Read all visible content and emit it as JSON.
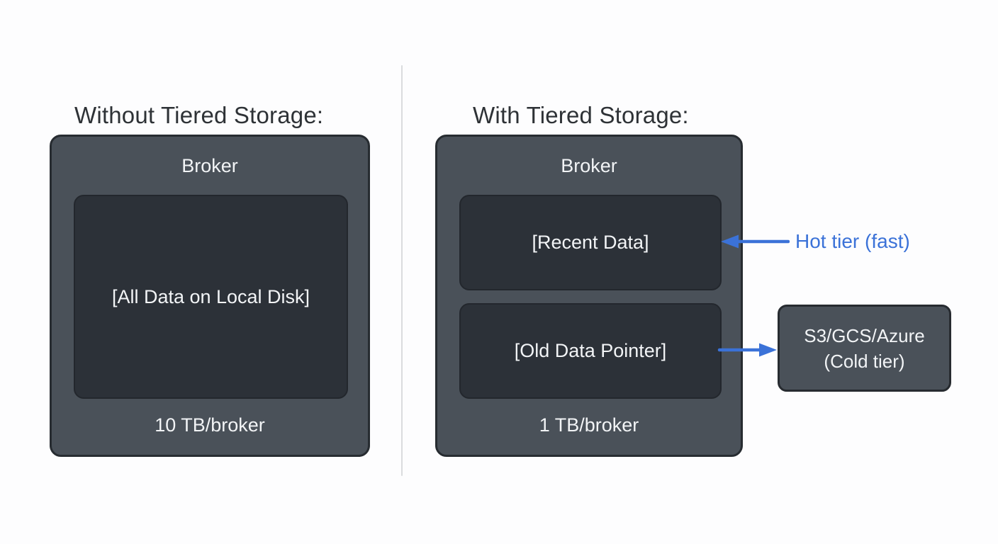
{
  "colors": {
    "accent_blue": "#3b72d8",
    "broker_fill": "#4a5159",
    "broker_border": "#272c31",
    "inner_fill": "#2c3138",
    "divider": "#dadcde",
    "text_light": "#f2f4f6",
    "heading_text": "#2e3236"
  },
  "left": {
    "heading": "Without Tiered Storage:",
    "broker_title": "Broker",
    "data_label": "[All Data on Local Disk]",
    "capacity": "10 TB/broker"
  },
  "right": {
    "heading": "With Tiered Storage:",
    "broker_title": "Broker",
    "recent_data_label": "[Recent Data]",
    "old_data_label": "[Old Data Pointer]",
    "capacity": "1 TB/broker",
    "hot_tier_label": "Hot tier (fast)",
    "cold_tier_line1": "S3/GCS/Azure",
    "cold_tier_line2": "(Cold tier)"
  }
}
